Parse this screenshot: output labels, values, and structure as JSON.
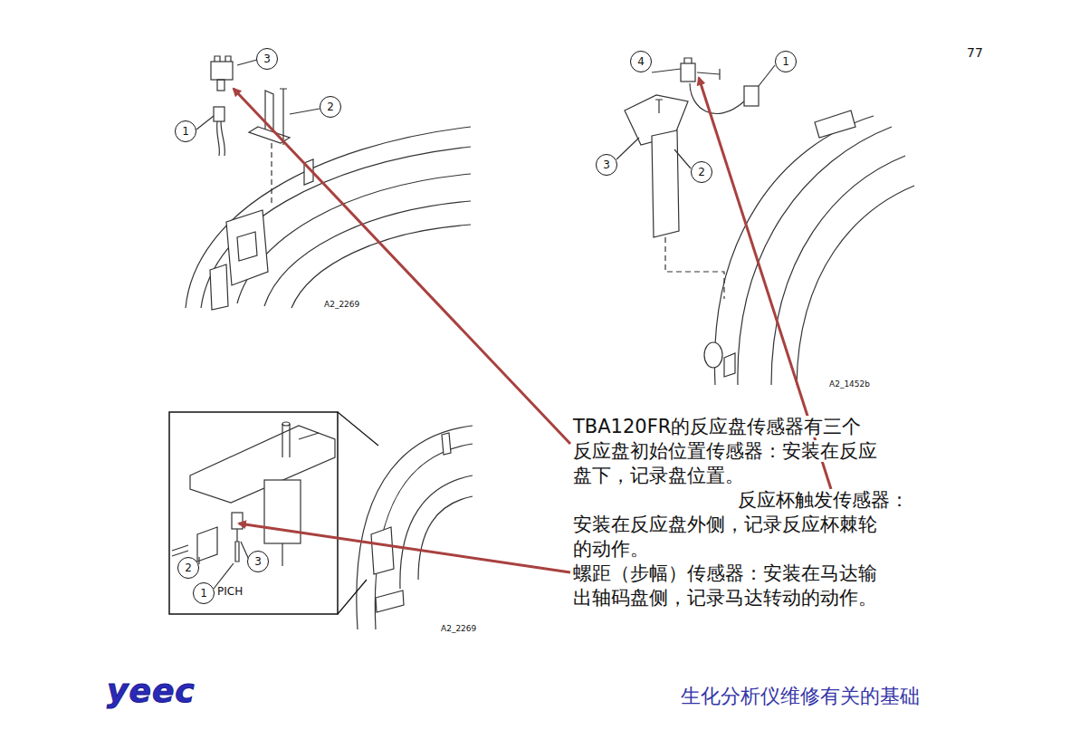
{
  "diagram": {
    "nodes": [
      {
        "text": [
          "3"
        ]
      },
      {
        "text": [
          "2"
        ]
      },
      {
        "text": [
          "1"
        ]
      },
      {
        "text": [
          "4"
        ]
      },
      {
        "text": [
          "1"
        ]
      },
      {
        "text": [
          "3"
        ]
      },
      {
        "text": [
          "2"
        ]
      },
      {
        "text": [
          "2"
        ]
      },
      {
        "text": [
          "3"
        ]
      },
      {
        "text": [
          "1"
        ]
      }
    ],
    "labels": [
      "77",
      "A2_2269",
      "A2_1452b",
      "PICH",
      "A2_2269",
      "TBA120FR的反应盘传感器有三个",
      "反应盘初始位置传感器：安装在反应 盘下，记录盘位置。",
      "反应杯触发传感器： 安装在反应盘外侧，记录反应杯棘轮 的动作。",
      "螺距（步幅）传感器：安装在马达输 出轴码盘侧，记录马达转动的动作。",
      "yeec",
      "生化分析仪维修有关的基础"
    ]
  }
}
